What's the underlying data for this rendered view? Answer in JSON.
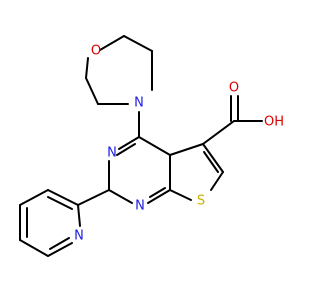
{
  "colors": {
    "bond": "#000000",
    "carbon": "#000000",
    "nitrogen": "#1f1fe0",
    "oxygen": "#e00000",
    "sulfur": "#c8b400"
  },
  "atoms": {
    "morpholine_o": {
      "text": "O",
      "element": "oxygen"
    },
    "morpholine_n": {
      "text": "N",
      "element": "nitrogen"
    },
    "pyrimidine_n3": {
      "text": "N",
      "element": "nitrogen"
    },
    "pyrimidine_n1": {
      "text": "N",
      "element": "nitrogen"
    },
    "thiophene_s": {
      "text": "S",
      "element": "sulfur"
    },
    "carbonyl_o": {
      "text": "O",
      "element": "oxygen"
    },
    "hydroxyl": {
      "text": "OH",
      "element": "oxygen"
    },
    "pyridine_n": {
      "text": "N",
      "element": "nitrogen"
    }
  }
}
